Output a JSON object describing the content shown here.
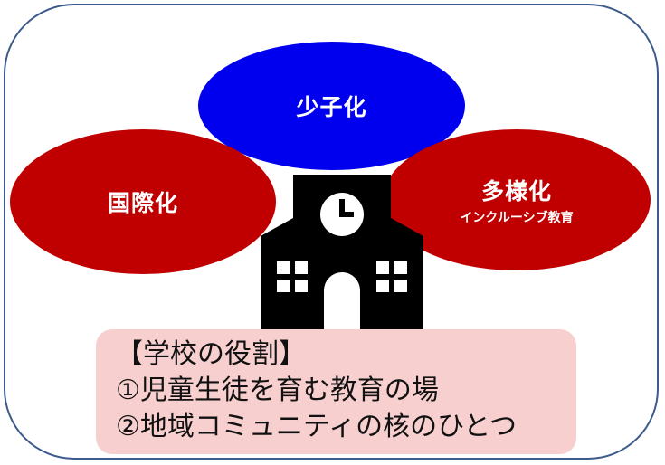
{
  "ellipses": {
    "top": {
      "label": "少子化",
      "color": "#0000ee"
    },
    "left": {
      "label": "国際化",
      "color": "#c00000"
    },
    "right": {
      "label": "多様化",
      "sublabel": "インクルーシブ教育",
      "color": "#c00000"
    }
  },
  "icons": {
    "school": "school-building-icon",
    "clock": "clock-icon"
  },
  "role_box": {
    "title": "【学校の役割】",
    "items": [
      "①児童生徒を育む教育の場",
      "②地域コミュニティの核のひとつ"
    ],
    "color": "#f8cfcf"
  },
  "frame_color": "#3d5a8c"
}
